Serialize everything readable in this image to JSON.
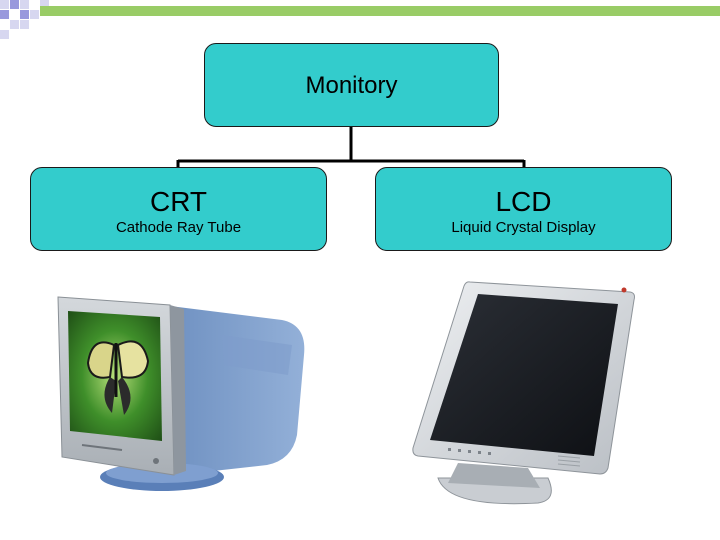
{
  "root": {
    "title": "Monitory"
  },
  "children": [
    {
      "title": "CRT",
      "subtitle": "Cathode Ray Tube"
    },
    {
      "title": "LCD",
      "subtitle": "Liquid Crystal Display"
    }
  ],
  "colors": {
    "box_fill": "#33cccc",
    "deco_light": "#d7d7f0",
    "deco_dark": "#9999dd",
    "deco_green": "#99cc66"
  },
  "images": [
    "crt-monitor-photo",
    "lcd-monitor-photo"
  ]
}
